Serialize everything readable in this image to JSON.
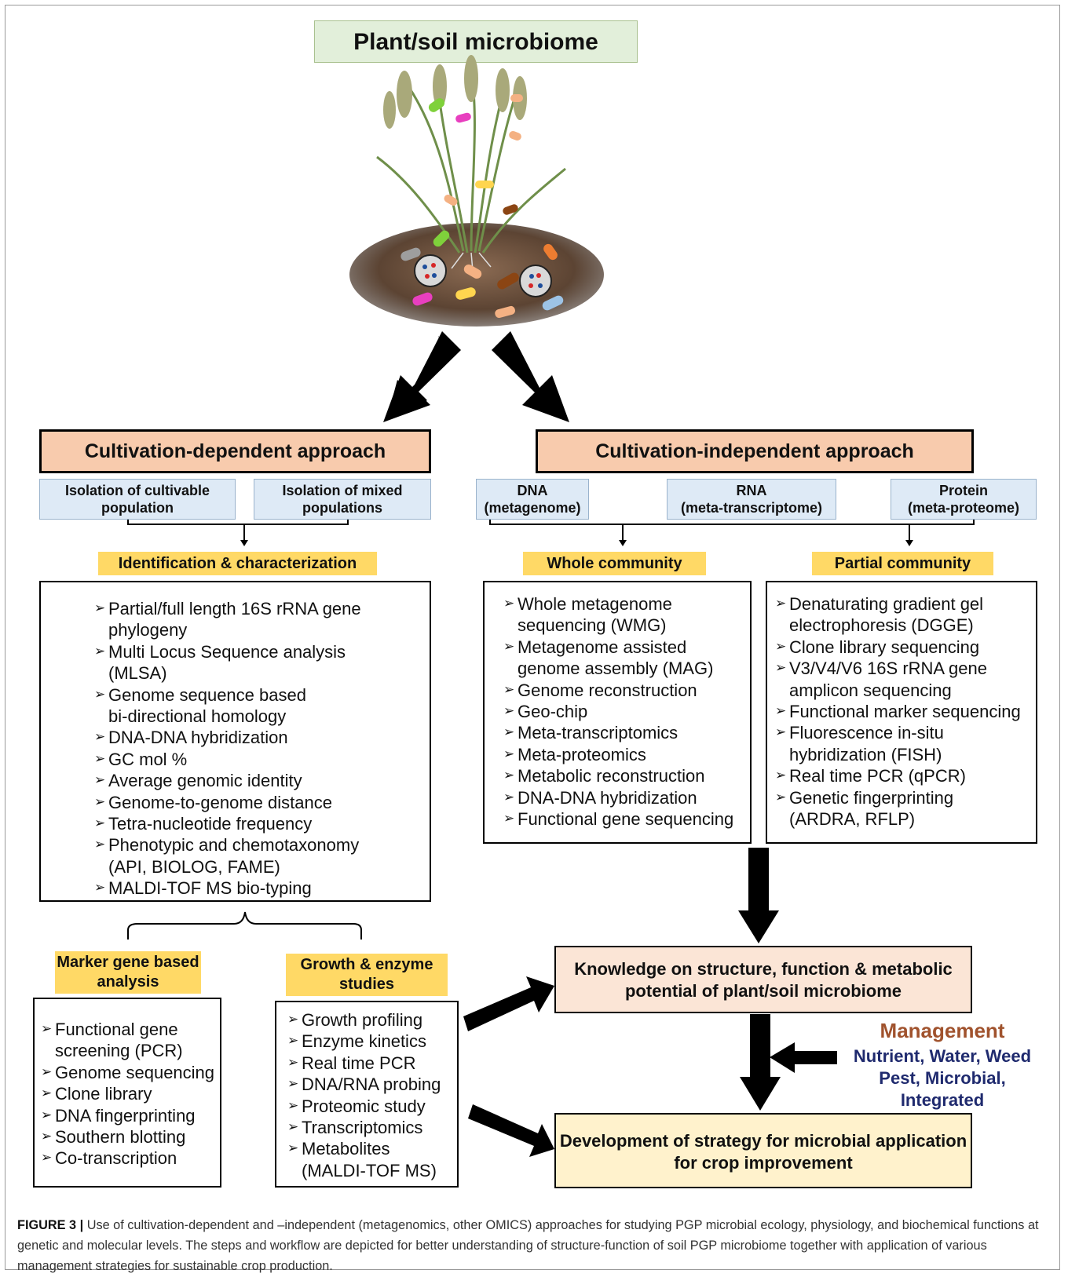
{
  "title": "Plant/soil microbiome",
  "dependent": {
    "heading": "Cultivation-dependent approach",
    "isolation": [
      "Isolation of cultivable population",
      "Isolation of mixed populations"
    ],
    "label": "Identification & characterization",
    "items": [
      "Partial/full length 16S rRNA gene\nphylogeny",
      "Multi Locus Sequence analysis\n(MLSA)",
      "Genome sequence based\nbi-directional homology",
      "DNA-DNA hybridization",
      "GC mol %",
      "Average genomic identity",
      "Genome-to-genome distance",
      "Tetra-nucleotide frequency",
      "Phenotypic and chemotaxonomy\n(API, BIOLOG, FAME)",
      "MALDI-TOF MS bio-typing"
    ],
    "marker": {
      "label": "Marker gene based analysis",
      "items": [
        "Functional gene\nscreening (PCR)",
        "Genome sequencing",
        "Clone library",
        "DNA fingerprinting",
        "Southern blotting",
        "Co-transcription"
      ]
    },
    "growth": {
      "label": "Growth & enzyme studies",
      "items": [
        "Growth profiling",
        "Enzyme kinetics",
        "Real time PCR",
        "DNA/RNA probing",
        "Proteomic study",
        "Transcriptomics",
        "Metabolites\n(MALDI-TOF MS)"
      ]
    }
  },
  "independent": {
    "heading": "Cultivation-independent approach",
    "sources": [
      {
        "line1": "DNA",
        "line2": "(metagenome)"
      },
      {
        "line1": "RNA",
        "line2": "(meta-transcriptome)"
      },
      {
        "line1": "Protein",
        "line2": "(meta-proteome)"
      }
    ],
    "whole": {
      "label": "Whole community",
      "items": [
        "Whole metagenome\nsequencing (WMG)",
        "Metagenome assisted\ngenome assembly (MAG)",
        "Genome reconstruction",
        "Geo-chip",
        "Meta-transcriptomics",
        "Meta-proteomics",
        "Metabolic reconstruction",
        "DNA-DNA hybridization",
        "Functional gene sequencing"
      ]
    },
    "partial": {
      "label": "Partial community",
      "items": [
        "Denaturating gradient gel\nelectrophoresis (DGGE)",
        "Clone library sequencing",
        "V3/V4/V6 16S rRNA gene\namplicon sequencing",
        "Functional marker sequencing",
        "Fluorescence in-situ\nhybridization (FISH)",
        "Real time PCR (qPCR)",
        "Genetic fingerprinting\n(ARDRA, RFLP)"
      ]
    }
  },
  "knowledge": "Knowledge on structure, function & metabolic potential of plant/soil microbiome",
  "development": "Development of strategy for microbial application for crop improvement",
  "management": {
    "title": "Management",
    "items": "Nutrient, Water, Weed\nPest, Microbial,\nIntegrated"
  },
  "caption": {
    "label": "FIGURE 3 |",
    "text": "Use of cultivation-dependent and –independent (metagenomics, other OMICS) approaches for studying PGP microbial ecology, physiology, and biochemical functions at genetic and molecular levels. The steps and workflow are depicted for better understanding of structure-function of soil PGP microbiome together with application of various management strategies for sustainable crop production."
  },
  "colors": {
    "title_fill": "#e2efda",
    "approach_fill": "#f8cbad",
    "source_fill": "#deeaf6",
    "label_fill": "#ffd966",
    "knowledge_fill": "#fbe5d6",
    "development_fill": "#fff2cc",
    "management_title": "#a0522d",
    "management_items": "#1f2a6e"
  }
}
